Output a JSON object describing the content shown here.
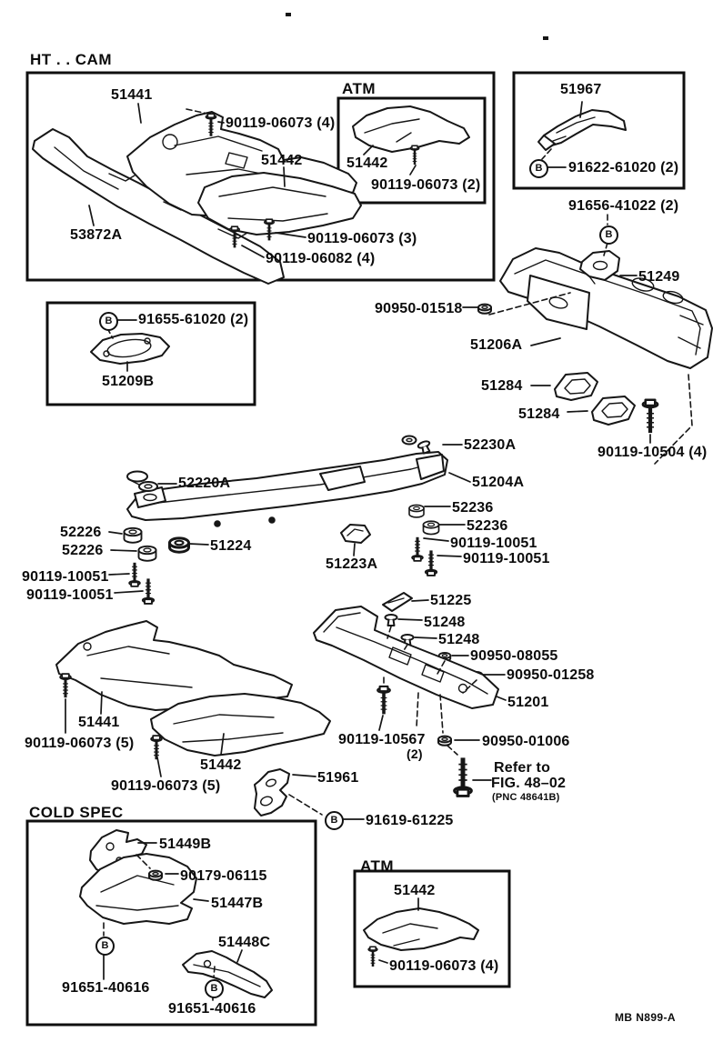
{
  "symbols": {
    "b": "B"
  },
  "footer": {
    "code": "MB N899-A"
  },
  "ht_cam": {
    "title": "HT . . CAM",
    "p51441": "51441",
    "bolt_06073_4": "90119-06073 (4)",
    "p51442": "51442",
    "p53872a": "53872A",
    "bolt_06073_3": "90119-06073 (3)",
    "bolt_06082_4": "90119-06082 (4)"
  },
  "atm_top": {
    "title": "ATM",
    "p51442": "51442",
    "bolt_06073_2": "90119-06073 (2)"
  },
  "hood_box": {
    "p51967": "51967",
    "b_91622": "91622-61020 (2)"
  },
  "right_side": {
    "b_91656": "91656-41022 (2)",
    "p51249": "51249",
    "n_01518": "90950-01518",
    "p51206a": "51206A",
    "p51284_1": "51284",
    "p51284_2": "51284",
    "bolt_10504": "90119-10504 (4)"
  },
  "plate_box": {
    "b_91655": "91655-61020 (2)",
    "p51209b": "51209B"
  },
  "center": {
    "p52230a": "52230A",
    "p52220a": "52220A",
    "p51204a": "51204A",
    "p52236_1": "52236",
    "p52236_2": "52236",
    "bolt_10051_r1": "90119-10051",
    "bolt_10051_r2": "90119-10051",
    "p52226_1": "52226",
    "p52226_2": "52226",
    "bolt_10051_l1": "90119-10051",
    "bolt_10051_l2": "90119-10051",
    "p51224": "51224",
    "p51223a": "51223A",
    "p51225": "51225",
    "p51248_1": "51248",
    "p51248_2": "51248",
    "n_08055": "90950-08055",
    "n_01258": "90950-01258",
    "p51201": "51201",
    "bolt_10567": "90119-10567",
    "bolt_10567_qty": "(2)",
    "n_01006": "90950-01006",
    "refer_line1": "Refer to",
    "refer_line2": "FIG. 48–02",
    "refer_line3": "(PNC 48641B)"
  },
  "lower_left": {
    "p51441": "51441",
    "bolt_06073_5a": "90119-06073 (5)",
    "p51442": "51442",
    "bolt_06073_5b": "90119-06073 (5)"
  },
  "bracket": {
    "p51961": "51961",
    "b_91619": "91619-61225"
  },
  "cold_spec": {
    "title": "COLD SPEC",
    "p51449b": "51449B",
    "n_90179": "90179-06115",
    "p51447b": "51447B",
    "p51448c": "51448C",
    "b_91651_1": "91651-40616",
    "b_91651_2": "91651-40616"
  },
  "atm_bottom": {
    "title": "ATM",
    "p51442": "51442",
    "bolt_06073_4": "90119-06073 (4)"
  }
}
